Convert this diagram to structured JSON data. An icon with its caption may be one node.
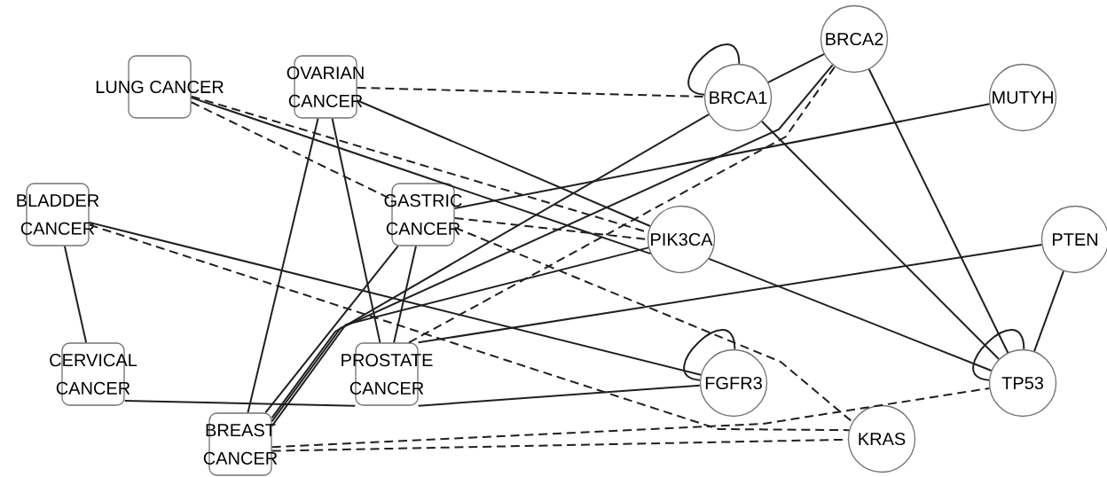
{
  "diagram": {
    "nodes": [
      {
        "text": [
          "LUNG CANCER"
        ]
      },
      {
        "text": [
          "OVARIAN CANCER"
        ]
      },
      {
        "text": [
          "BLADDER CANCER"
        ]
      },
      {
        "text": [
          "GASTRIC CANCER"
        ]
      },
      {
        "text": [
          "CERVICAL CANCER"
        ]
      },
      {
        "text": [
          "PROSTATE CANCER"
        ]
      },
      {
        "text": [
          "BREAST CANCER"
        ]
      },
      {
        "text": [
          "BRCA1"
        ]
      },
      {
        "text": [
          "BRCA2"
        ]
      },
      {
        "text": [
          "MUTYH"
        ]
      },
      {
        "text": [
          "PIK3CA"
        ]
      },
      {
        "text": [
          "PTEN"
        ]
      },
      {
        "text": [
          "FGFR3"
        ]
      },
      {
        "text": [
          "TP53"
        ]
      },
      {
        "text": [
          "KRAS"
        ]
      }
    ],
    "edges": [
      {
        "from": 1,
        "to": 7,
        "arrow": "none",
        "style": "dashed"
      },
      {
        "from": 7,
        "to": 7,
        "arrow": "none"
      },
      {
        "from": 7,
        "to": 8,
        "arrow": "none"
      },
      {
        "from": 0,
        "to": 10,
        "arrow": "none",
        "style": "dashed"
      },
      {
        "from": 0,
        "to": 3,
        "arrow": "none",
        "style": "dashed"
      },
      {
        "from": 0,
        "to": 10,
        "arrow": "none"
      },
      {
        "from": 10,
        "to": 13,
        "arrow": "none"
      },
      {
        "from": 1,
        "to": 10,
        "arrow": "none"
      },
      {
        "from": 1,
        "to": 6,
        "arrow": "none"
      },
      {
        "from": 1,
        "to": 5,
        "arrow": "none"
      },
      {
        "from": 3,
        "to": 9,
        "arrow": "none"
      },
      {
        "from": 3,
        "to": 10,
        "arrow": "none",
        "style": "dashed"
      },
      {
        "from": 3,
        "to": 14,
        "arrow": "none",
        "style": "dashed"
      },
      {
        "from": 3,
        "to": 6,
        "arrow": "none"
      },
      {
        "from": 3,
        "to": 5,
        "arrow": "none"
      },
      {
        "from": 2,
        "to": 4,
        "arrow": "none"
      },
      {
        "from": 2,
        "to": 12,
        "arrow": "none"
      },
      {
        "from": 2,
        "to": 14,
        "arrow": "none",
        "style": "dashed"
      },
      {
        "from": 4,
        "to": 5,
        "arrow": "none"
      },
      {
        "from": 5,
        "to": 12,
        "arrow": "none"
      },
      {
        "from": 5,
        "to": 11,
        "arrow": "none"
      },
      {
        "from": 5,
        "to": 8,
        "arrow": "none",
        "style": "dashed"
      },
      {
        "from": 6,
        "to": 7,
        "arrow": "none"
      },
      {
        "from": 6,
        "to": 8,
        "arrow": "none"
      },
      {
        "from": 6,
        "to": 10,
        "arrow": "none"
      },
      {
        "from": 6,
        "to": 13,
        "arrow": "none",
        "style": "dashed"
      },
      {
        "from": 6,
        "to": 14,
        "arrow": "none",
        "style": "dashed"
      },
      {
        "from": 7,
        "to": 13,
        "arrow": "none"
      },
      {
        "from": 8,
        "to": 13,
        "arrow": "none"
      },
      {
        "from": 11,
        "to": 13,
        "arrow": "none"
      },
      {
        "from": 13,
        "to": 13,
        "arrow": "none"
      },
      {
        "from": 12,
        "to": 12,
        "arrow": "none"
      }
    ]
  }
}
